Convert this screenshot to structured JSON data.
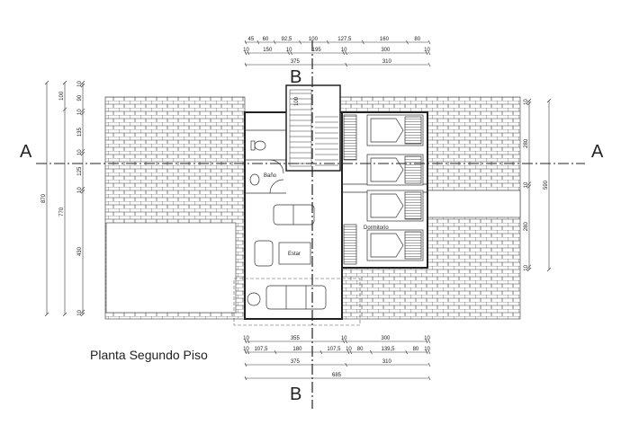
{
  "title": "Planta Segundo  Piso",
  "section_labels": {
    "a_left": "A",
    "a_right": "A",
    "b_top": "B",
    "b_bottom": "B"
  },
  "rooms": {
    "bath": "Baño",
    "living": "Estar",
    "bedroom": "Dormitorio",
    "stair_label": "100"
  },
  "dimensions": {
    "top": [
      [
        "45",
        "60",
        "92,5",
        "100",
        "127,5",
        "160",
        "80"
      ],
      [
        "10",
        "150",
        "10",
        "195",
        "10",
        "300",
        "10"
      ],
      [
        "375",
        "310"
      ]
    ],
    "bottom": [
      [
        "10",
        "355",
        "10",
        "300",
        "10"
      ],
      [
        "10",
        "107,5",
        "180",
        "107,5",
        "10",
        "80",
        "139,5",
        "80",
        "10"
      ],
      [
        "375",
        "310"
      ],
      [
        "685"
      ]
    ],
    "left": [
      [
        "870"
      ],
      [
        "100",
        "770"
      ],
      [
        "10",
        "90",
        "10",
        "135",
        "10",
        "125",
        "10",
        "430",
        "10"
      ]
    ],
    "right": [
      [
        "10",
        "280",
        "10",
        "280",
        "10"
      ],
      [
        "590"
      ]
    ]
  }
}
